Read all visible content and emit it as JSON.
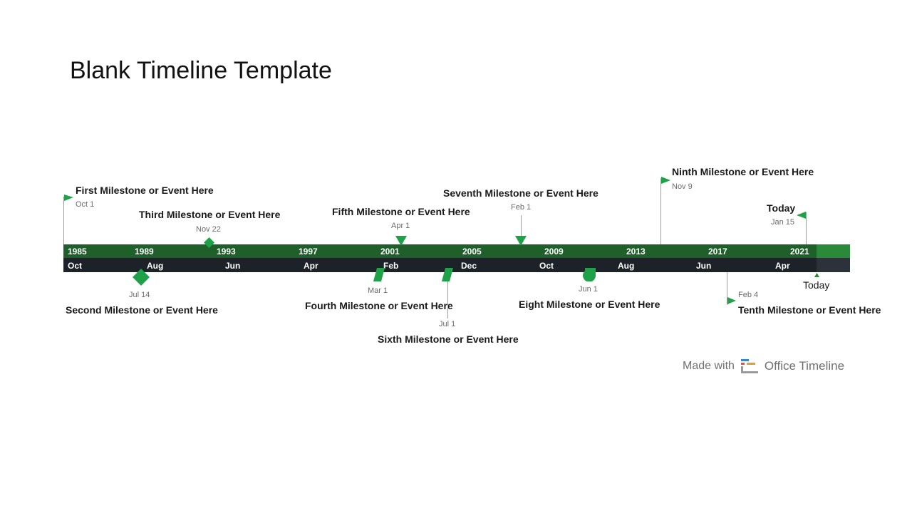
{
  "title": "Blank Timeline Template",
  "colors": {
    "milestone": "#1fa14a",
    "year_band": "#1e5f2a",
    "month_band": "#1d2228",
    "today_marker": "#2b8a3a"
  },
  "timeline": {
    "years": [
      "1985",
      "1989",
      "1993",
      "1997",
      "2001",
      "2005",
      "2009",
      "2013",
      "2017",
      "2021"
    ],
    "months": [
      "Oct",
      "Aug",
      "Jun",
      "Apr",
      "Feb",
      "Dec",
      "Oct",
      "Aug",
      "Jun",
      "Apr"
    ]
  },
  "milestones": {
    "m1": {
      "label": "First Milestone or Event Here",
      "date": "Oct 1",
      "shape": "flag-icon"
    },
    "m2": {
      "label": "Second Milestone or Event Here",
      "date": "Jul 14",
      "shape": "diamond-icon"
    },
    "m3": {
      "label": "Third Milestone or Event Here",
      "date": "Nov 22",
      "shape": "diamond-icon"
    },
    "m4": {
      "label": "Fourth Milestone or Event Here",
      "date": "Mar 1",
      "shape": "parallelogram-icon"
    },
    "m5": {
      "label": "Fifth Milestone or Event Here",
      "date": "Apr 1",
      "shape": "triangle-down-icon"
    },
    "m6": {
      "label": "Sixth Milestone or Event Here",
      "date": "Jul 1",
      "shape": "parallelogram-icon"
    },
    "m7": {
      "label": "Seventh Milestone or Event Here",
      "date": "Feb 1",
      "shape": "triangle-down-icon"
    },
    "m8": {
      "label": "Eight Milestone or Event Here",
      "date": "Jun 1",
      "shape": "circle-icon"
    },
    "m9": {
      "label": "Ninth Milestone or Event Here",
      "date": "Nov 9",
      "shape": "flag-icon"
    },
    "m10": {
      "label": "Tenth Milestone or Event Here",
      "date": "Feb 4",
      "shape": "flag-icon"
    },
    "today_top": {
      "label": "Today",
      "date": "Jan 15",
      "shape": "flag-icon"
    },
    "today_bottom": {
      "label": "Today",
      "shape": "triangle-up-icon"
    }
  },
  "branding": {
    "made_with": "Made with",
    "product": "Office Timeline",
    "logo": "office-timeline-logo-icon"
  }
}
